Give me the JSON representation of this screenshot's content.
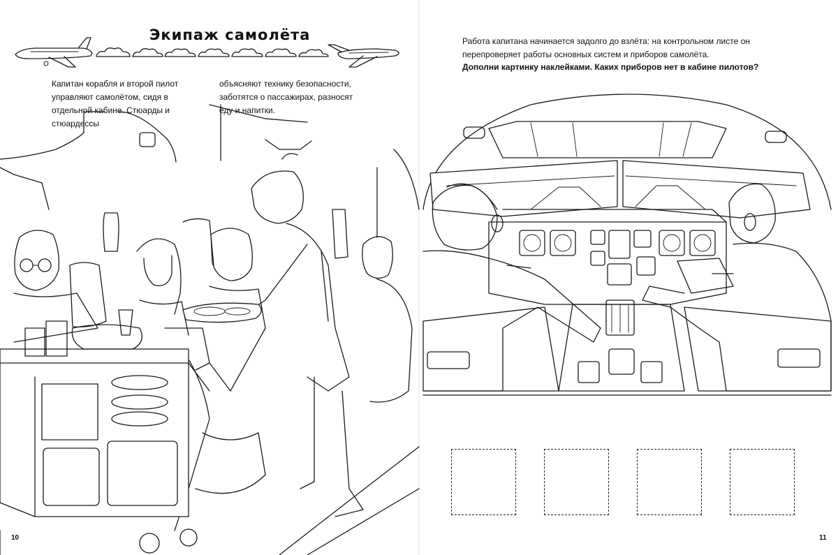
{
  "left_page": {
    "title": "Экипаж самолёта",
    "paragraph_col1": "Капитан корабля и второй пилот управляют самолётом, сидя в отдельной кабине. Стюарды и стюардессы",
    "paragraph_col2": "объясняют технику безопасности, заботятся о пассажирах, разносят еду и напитки.",
    "page_number": "10"
  },
  "right_page": {
    "intro": "Работа капитана начинается задолго до взлёта: на контрольном листе он перепроверяет работы основных систем и приборов самолёта.",
    "task": "Дополни картинку наклейками. Каких приборов нет в кабине пилотов?",
    "page_number": "11",
    "sticker_slots": 4
  },
  "icons": {
    "plane_left": "airliner-icon",
    "plane_right": "business-jet-icon",
    "clouds": "cloud-icon"
  }
}
